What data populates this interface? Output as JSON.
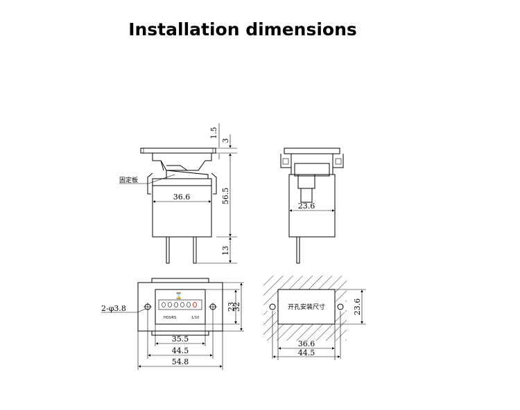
{
  "title": "Installation dimensions",
  "labels": {
    "fixing_plate": "固定板",
    "cutout_size": "开孔安装尺寸",
    "hours": "HOURS",
    "ratio": "1/10",
    "hourglass": "⌛"
  },
  "dimensions": {
    "side_width": "36.6",
    "side_top_gap": "1.5",
    "side_plate": "3",
    "side_height": "56.5",
    "side_pins": "13",
    "front_width": "23.6",
    "hole_spec": "2-φ3.8",
    "face_h_inner": "23",
    "face_h_outer": "32",
    "face_w_window": "35.5",
    "face_w_holes": "44.5",
    "face_w_total": "54.8",
    "cut_height": "23.6",
    "cut_w_inner": "36.6",
    "cut_w_outer": "44.5"
  }
}
